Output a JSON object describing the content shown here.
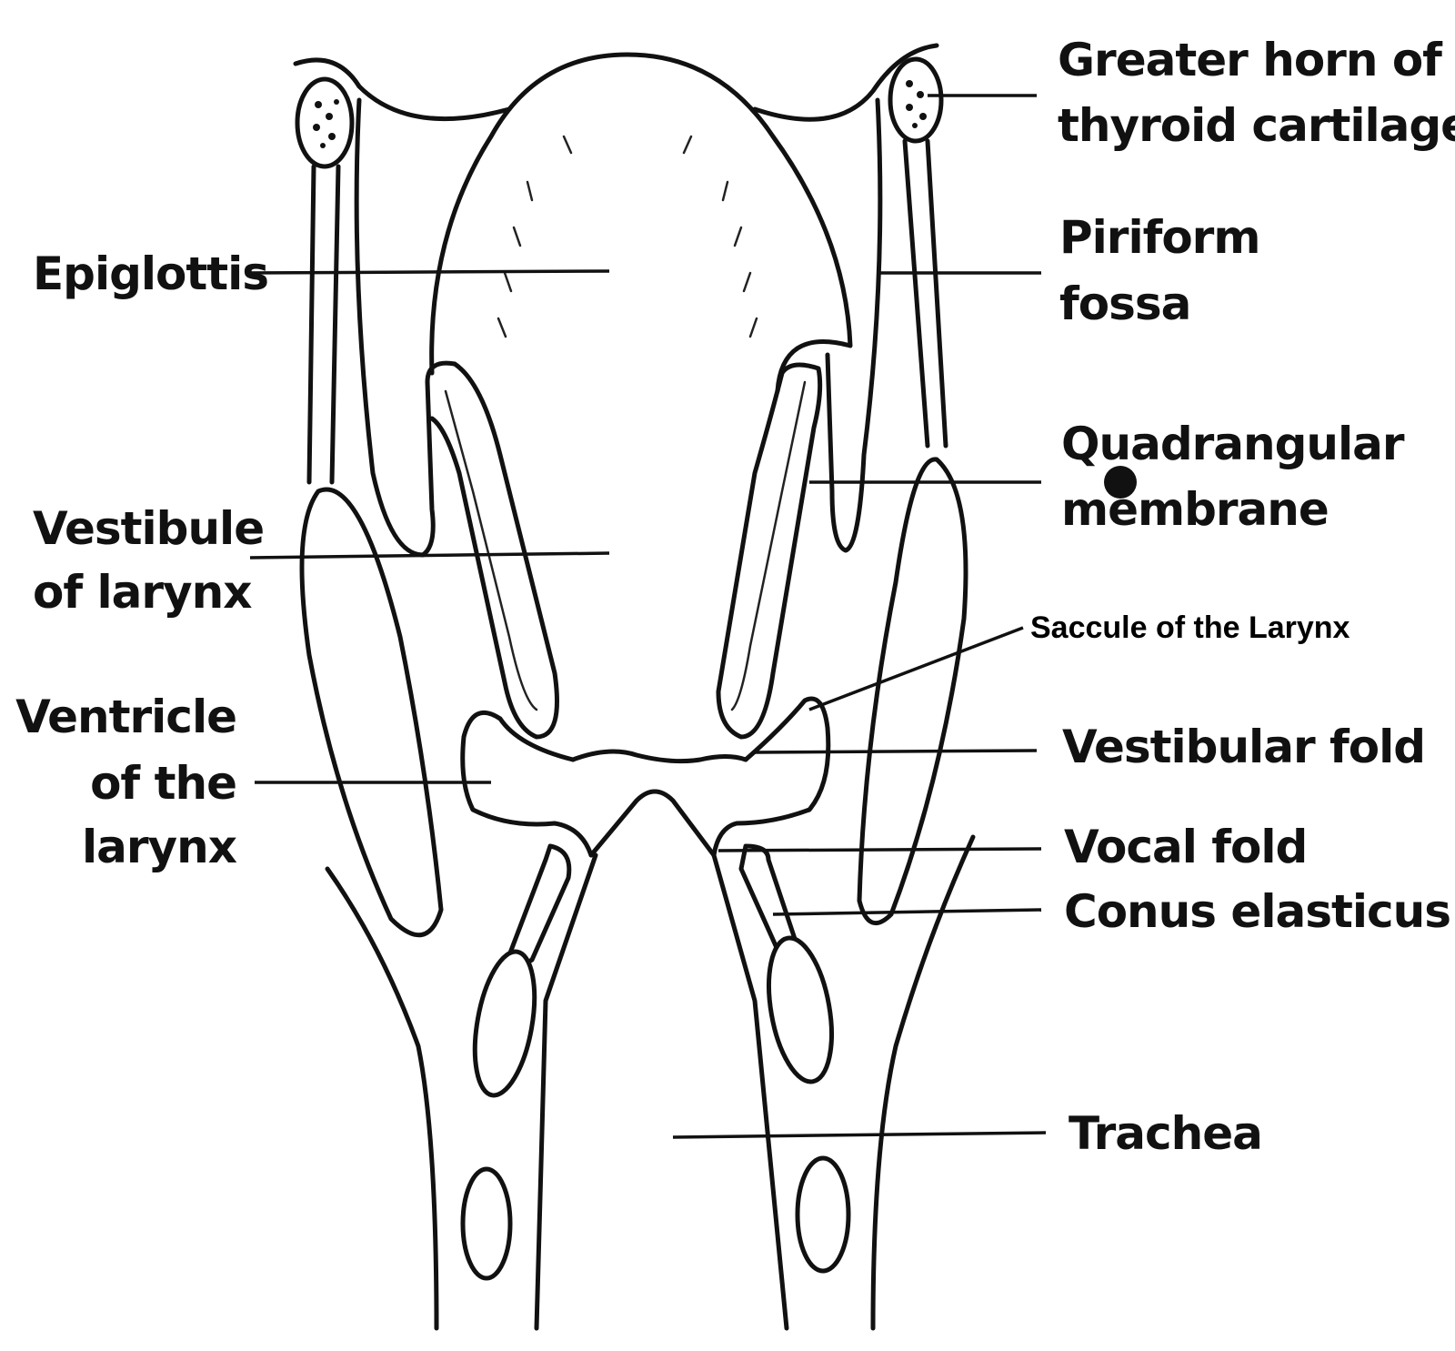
{
  "labels": {
    "greater_horn_1": "Greater horn of",
    "greater_horn_2": "thyroid cartilage",
    "piriform_1": "Piriform",
    "piriform_2": "fossa",
    "quadrangular_1": "Quadrangular",
    "quadrangular_2": "membrane",
    "saccule": "Saccule of the Larynx",
    "vestibular_fold": "Vestibular fold",
    "vocal_fold": "Vocal fold",
    "conus_elasticus": "Conus elasticus",
    "trachea": "Trachea",
    "epiglottis": "Epiglottis",
    "vestibule_1": "Vestibule",
    "vestibule_2": "of larynx",
    "ventricle_1": "Ventricle",
    "ventricle_2": "of the",
    "ventricle_3": "larynx"
  },
  "colors": {
    "ink": "#111111",
    "background": "#ffffff"
  }
}
